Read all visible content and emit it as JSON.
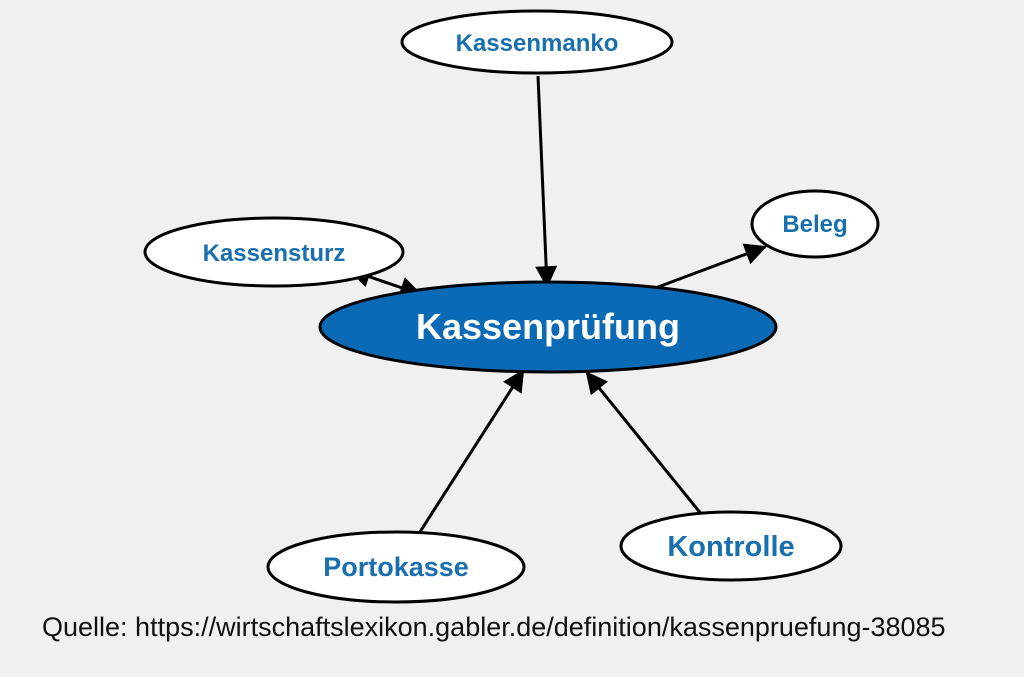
{
  "diagram": {
    "center": {
      "label": "Kassenprüfung"
    },
    "nodes": {
      "kassenmanko": "Kassenmanko",
      "beleg": "Beleg",
      "kassensturz": "Kassensturz",
      "portokasse": "Portokasse",
      "kontrolle": "Kontrolle"
    }
  },
  "colors": {
    "center_fill": "#0a6ab6",
    "label_blue": "#1a6fae",
    "background": "#f0f0f0"
  },
  "source": {
    "text": "Quelle: https://wirtschaftslexikon.gabler.de/definition/kassenpruefung-38085"
  }
}
